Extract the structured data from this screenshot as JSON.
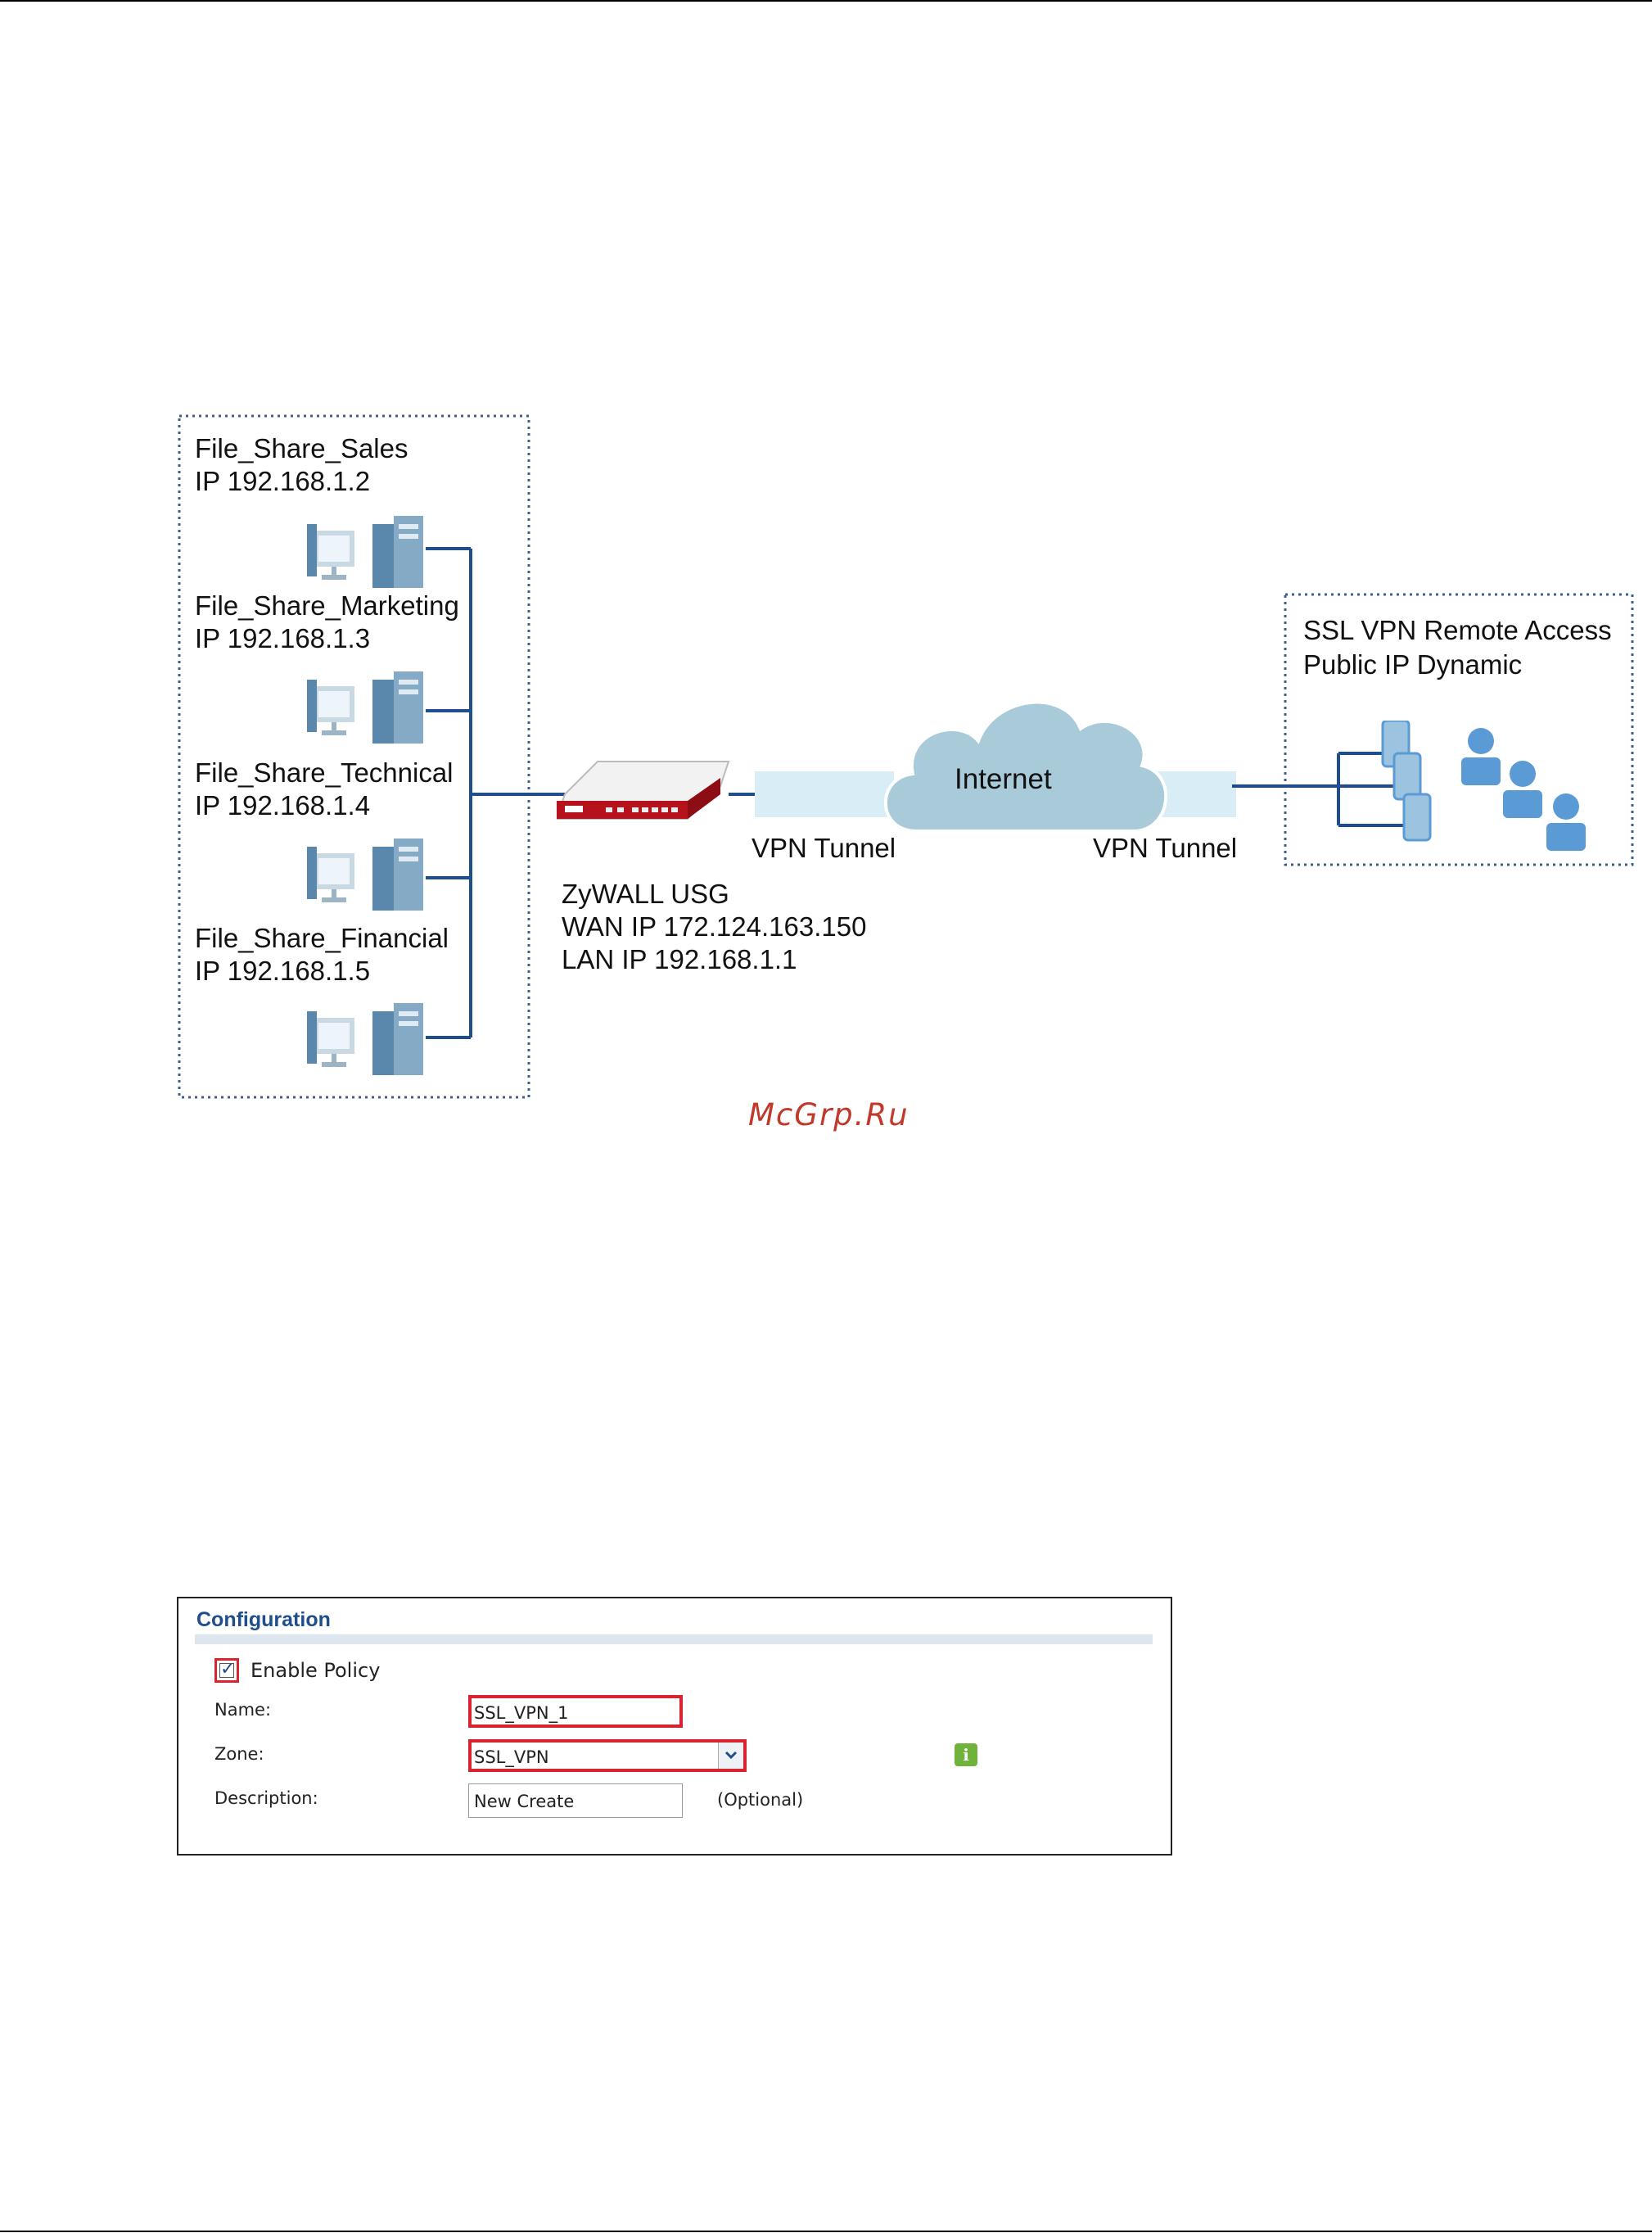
{
  "diagram": {
    "lan_servers": [
      {
        "name": "File_Share_Sales",
        "ip": "IP  192.168.1.2"
      },
      {
        "name": "File_Share_Marketing",
        "ip": "IP  192.168.1.3"
      },
      {
        "name": "File_Share_Technical",
        "ip": "IP  192.168.1.4"
      },
      {
        "name": "File_Share_Financial",
        "ip": "IP  192.168.1.5"
      }
    ],
    "device": {
      "name": "ZyWALL USG",
      "wan": "WAN IP  172.124.163.150",
      "lan": "LAN   IP  192.168.1.1"
    },
    "cloud_label": "Internet",
    "tunnel_left": "VPN Tunnel",
    "tunnel_right": "VPN Tunnel",
    "remote": {
      "title": "SSL VPN Remote Access",
      "public_ip": "Public IP  Dynamic"
    },
    "watermark": "McGrp.Ru",
    "colors": {
      "wire": "#1f4e8c",
      "box_border": "#3a5f8f",
      "tunnel": "#d8edf6",
      "cloud_fill": "#a9cbd9",
      "device_red": "#b5121b",
      "icon_blue": "#5b9bd5"
    }
  },
  "config": {
    "title": "Configuration",
    "enable_policy": {
      "label": "Enable Policy",
      "checked": true
    },
    "name": {
      "label": "Name:",
      "value": "SSL_VPN_1"
    },
    "zone": {
      "label": "Zone:",
      "value": "SSL_VPN"
    },
    "description": {
      "label": "Description:",
      "value": "New Create",
      "hint": "(Optional)"
    }
  }
}
